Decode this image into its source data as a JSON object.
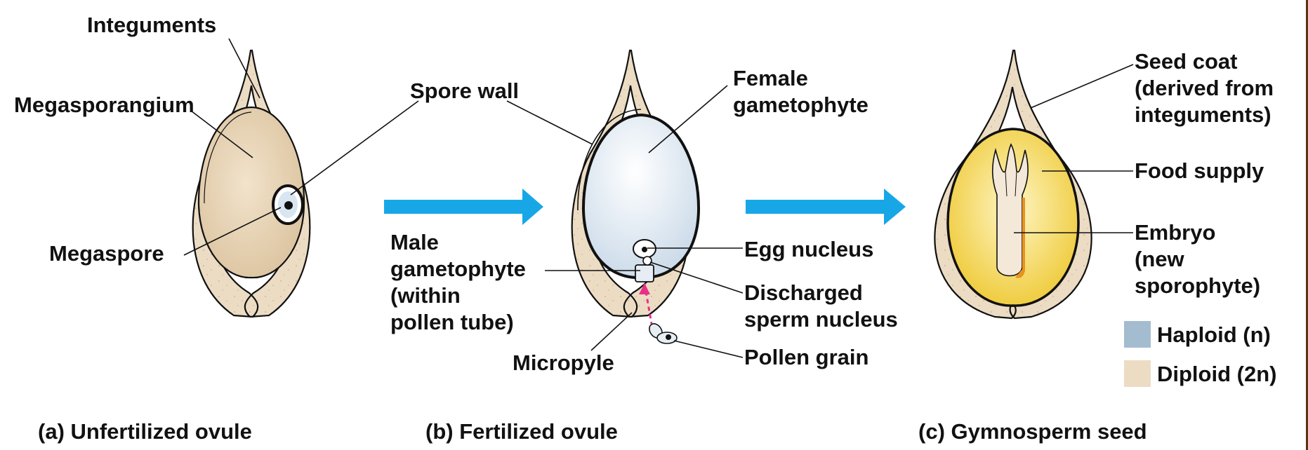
{
  "colors": {
    "diploid": "#ecdcc4",
    "haploid": "#a4bcd0",
    "arrow": "#18a7e6",
    "food_supply": "#f5d650",
    "embryo": "#f4e8d8",
    "female_gametophyte": "#e6edf5",
    "pollen_tube": "#e8308a"
  },
  "labels": {
    "integuments": "Integuments",
    "megasporangium": "Megasporangium",
    "megaspore": "Megaspore",
    "spore_wall": "Spore wall",
    "female_gametophyte": [
      "Female",
      "gametophyte"
    ],
    "male_gametophyte": [
      "Male",
      "gametophyte",
      "(within",
      "pollen tube)"
    ],
    "egg_nucleus": "Egg nucleus",
    "discharged_sperm": [
      "Discharged",
      "sperm nucleus"
    ],
    "micropyle": "Micropyle",
    "pollen_grain": "Pollen grain",
    "seed_coat": [
      "Seed coat",
      "(derived from",
      "integuments)"
    ],
    "food_supply": "Food supply",
    "embryo": [
      "Embryo",
      "(new",
      "sporophyte)"
    ]
  },
  "legend": {
    "haploid": "Haploid (n)",
    "diploid": "Diploid (2n)"
  },
  "captions": {
    "a": "(a) Unfertilized ovule",
    "b": "(b) Fertilized ovule",
    "c": "(c) Gymnosperm seed"
  }
}
